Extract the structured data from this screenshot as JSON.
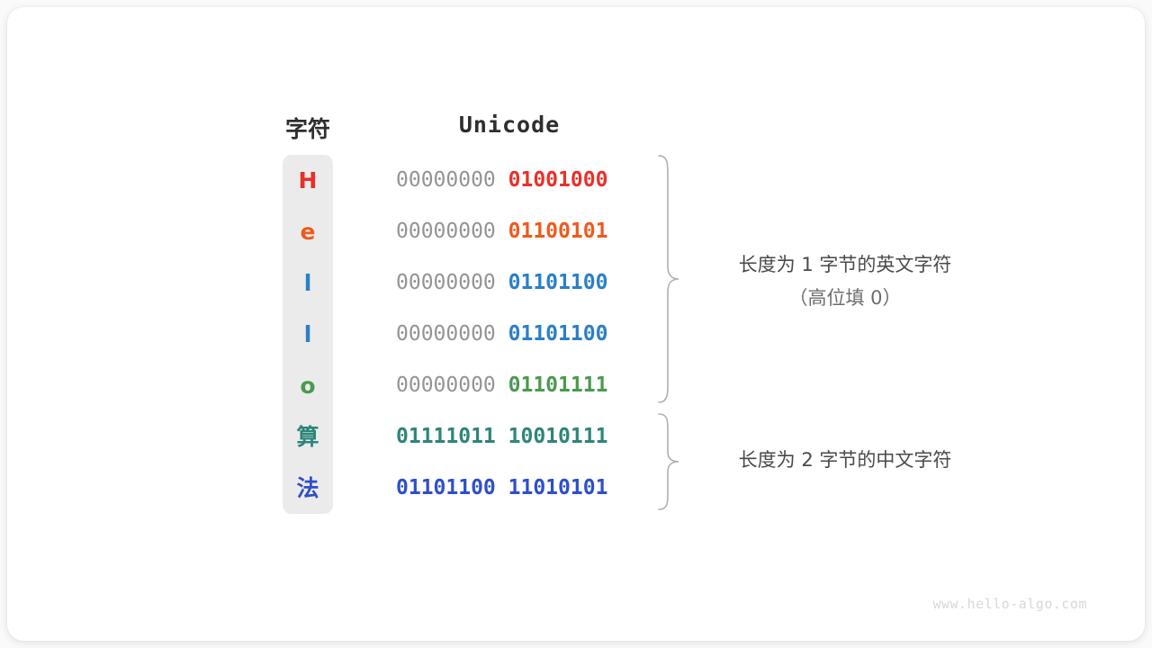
{
  "headers": {
    "char": "字符",
    "unicode": "Unicode"
  },
  "rows": [
    {
      "char": "H",
      "color": "#e8312a",
      "high": "00000000",
      "low": "01001000",
      "wide": false
    },
    {
      "char": "e",
      "color": "#ec5b1e",
      "high": "00000000",
      "low": "01100101",
      "wide": false
    },
    {
      "char": "l",
      "color": "#2a7fc9",
      "high": "00000000",
      "low": "01101100",
      "wide": false
    },
    {
      "char": "l",
      "color": "#2a7fc9",
      "high": "00000000",
      "low": "01101100",
      "wide": false
    },
    {
      "char": "o",
      "color": "#4a9a4f",
      "high": "00000000",
      "low": "01101111",
      "wide": false
    },
    {
      "char": "算",
      "color": "#2e8578",
      "high": "01111011",
      "low": "10010111",
      "wide": true
    },
    {
      "char": "法",
      "color": "#2f4fc9",
      "high": "01101100",
      "low": "11010101",
      "wide": true
    }
  ],
  "annotations": {
    "one_main": "长度为 1 字节的英文字符",
    "one_sub": "（高位填 0）",
    "two_main": "长度为 2 字节的中文字符"
  },
  "watermark": "www.hello-algo.com",
  "colors": {
    "background": "#fafafa",
    "card": "#ffffff",
    "column": "#ebebeb",
    "high_byte": "#949494",
    "brace": "#b0b0b0",
    "header_text": "#2e2e2e",
    "annotation_text": "#4a4a4a"
  }
}
